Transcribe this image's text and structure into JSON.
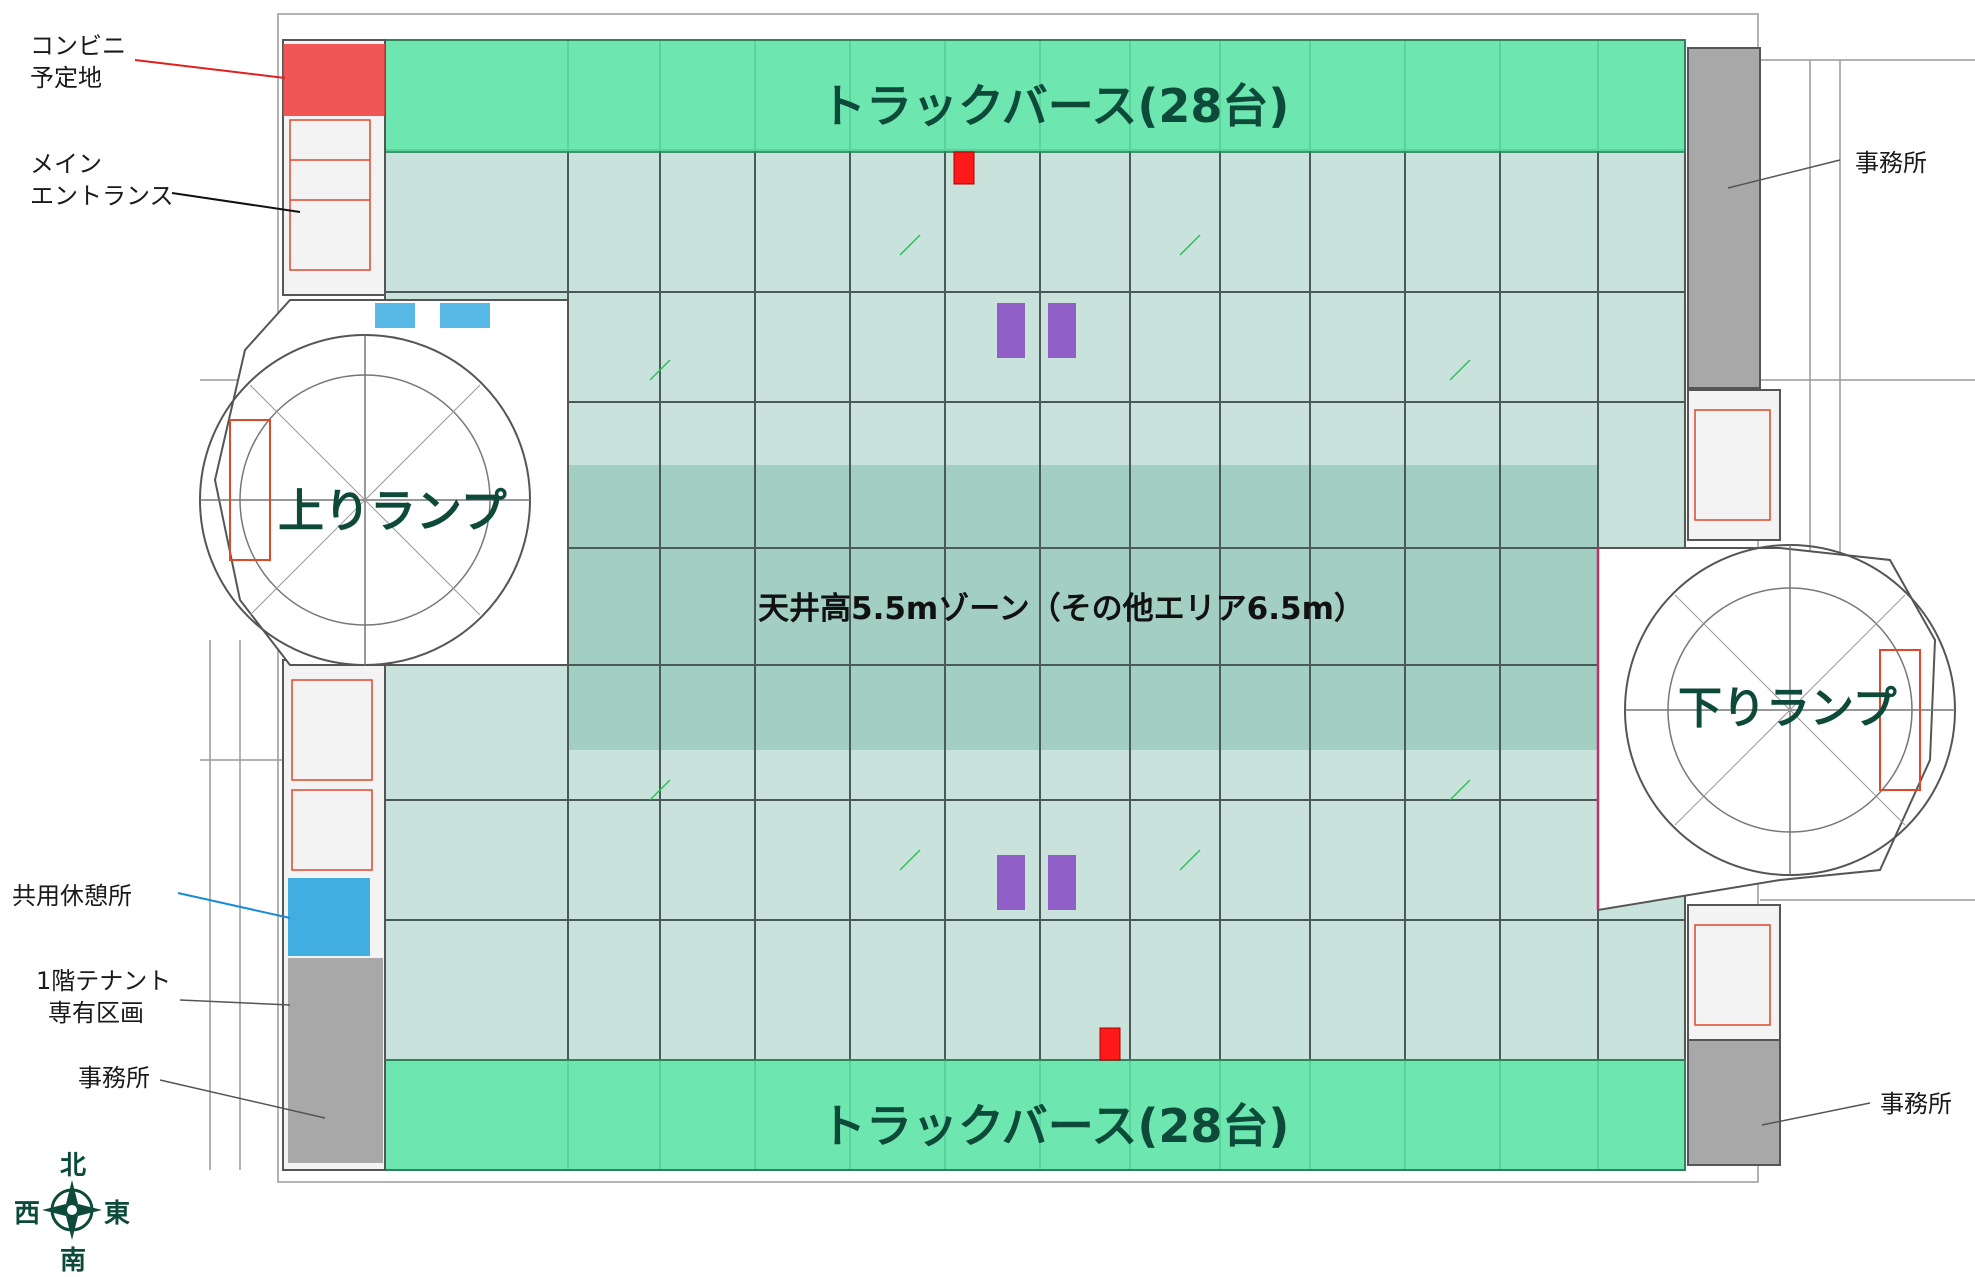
{
  "labels": {
    "truck_berth_top": "トラックバース(28台)",
    "truck_berth_bottom": "トラックバース(28台)",
    "ramp_up": "上りランプ",
    "ramp_down": "下りランプ",
    "ceiling_zone": "天井高5.5mゾーン（その他エリア6.5m）",
    "convenience_line1": "コンビニ",
    "convenience_line2": "予定地",
    "main_entrance_line1": "メイン",
    "main_entrance_line2": "エントランス",
    "office_top_right": "事務所",
    "office_bottom_left": "事務所",
    "office_bottom_right": "事務所",
    "shared_lounge": "共用休憩所",
    "tenant_line1": "1階テナント",
    "tenant_line2": "専有区画"
  },
  "compass": {
    "north": "北",
    "south": "南",
    "east": "東",
    "west": "西"
  },
  "colors": {
    "truck_berth": "#5ee8a8",
    "floor_area": "#c9e3dc",
    "ceiling_zone": "#9fcbbf",
    "convenience": "#f03a3a",
    "lounge": "#2ea6e0",
    "office": "#a8a8a8",
    "marker_red": "#ff1a1a",
    "marker_purple": "#8a4fc4",
    "label_green": "#0e4a3a"
  }
}
